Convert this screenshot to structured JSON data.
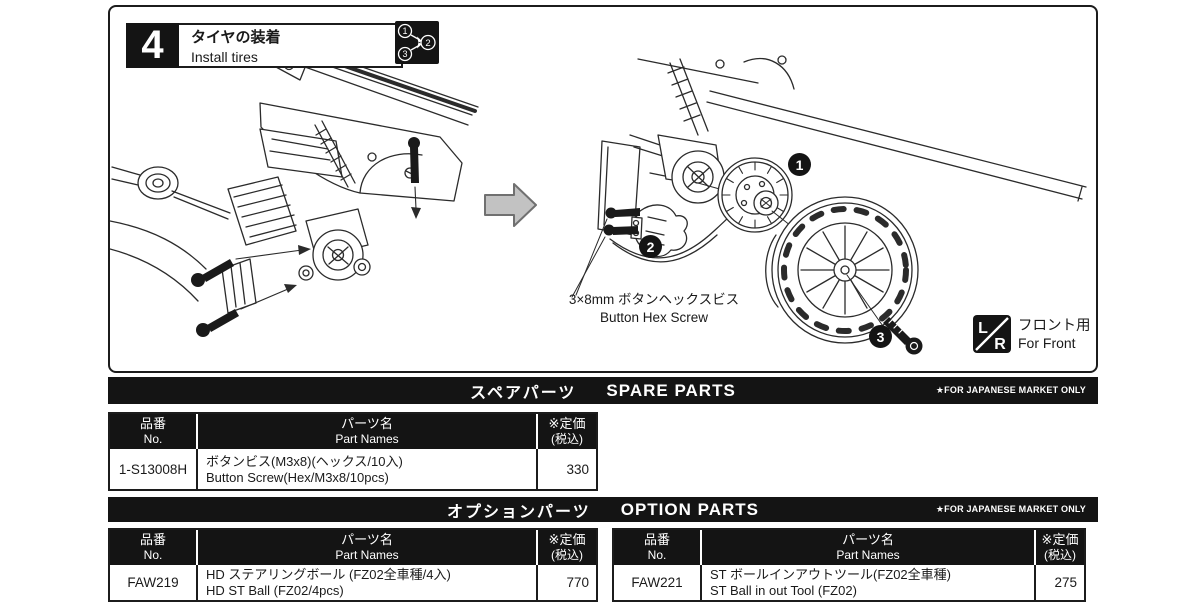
{
  "step": {
    "number": "4",
    "title_jp": "タイヤの装着",
    "title_en": "Install tires"
  },
  "order_icon": {
    "n1": "1",
    "n2": "2",
    "n3": "3"
  },
  "illustration": {
    "screw_note_jp": "3×8mm ボタンヘックスビス",
    "screw_note_en": "Button Hex Screw",
    "badge_1": "1",
    "badge_2": "2",
    "badge_3": "3",
    "lr_left": "L",
    "lr_right": "R",
    "lr_label_jp": "フロント用",
    "lr_label_en": "For Front"
  },
  "parts_columns": {
    "no_jp": "品番",
    "no_en": "No.",
    "name_jp": "パーツ名",
    "name_en": "Part Names",
    "price_jp": "※定価",
    "price_en": "(税込)"
  },
  "spare_parts": {
    "title_jp": "スペアパーツ",
    "title_en": "SPARE PARTS",
    "market_note": "★FOR JAPANESE MARKET ONLY",
    "rows": [
      {
        "no": "1-S13008H",
        "name_jp": "ボタンビス(M3x8)(ヘックス/10入)",
        "name_en": "Button Screw(Hex/M3x8/10pcs)",
        "price": "330"
      }
    ]
  },
  "option_parts": {
    "title_jp": "オプションパーツ",
    "title_en": "OPTION PARTS",
    "market_note": "★FOR JAPANESE MARKET ONLY",
    "left_rows": [
      {
        "no": "FAW219",
        "name_jp": "HD ステアリングボール (FZ02全車種/4入)",
        "name_en": "HD ST Ball (FZ02/4pcs)",
        "price": "770"
      }
    ],
    "right_rows": [
      {
        "no": "FAW221",
        "name_jp": "ST ボールインアウトツール(FZ02全車種)",
        "name_en": "ST Ball in out Tool (FZ02)",
        "price": "275"
      }
    ]
  },
  "colors": {
    "ink": "#1c1c1c",
    "bar_bg": "#141414",
    "arrow_fill": "#c2c2c2"
  }
}
